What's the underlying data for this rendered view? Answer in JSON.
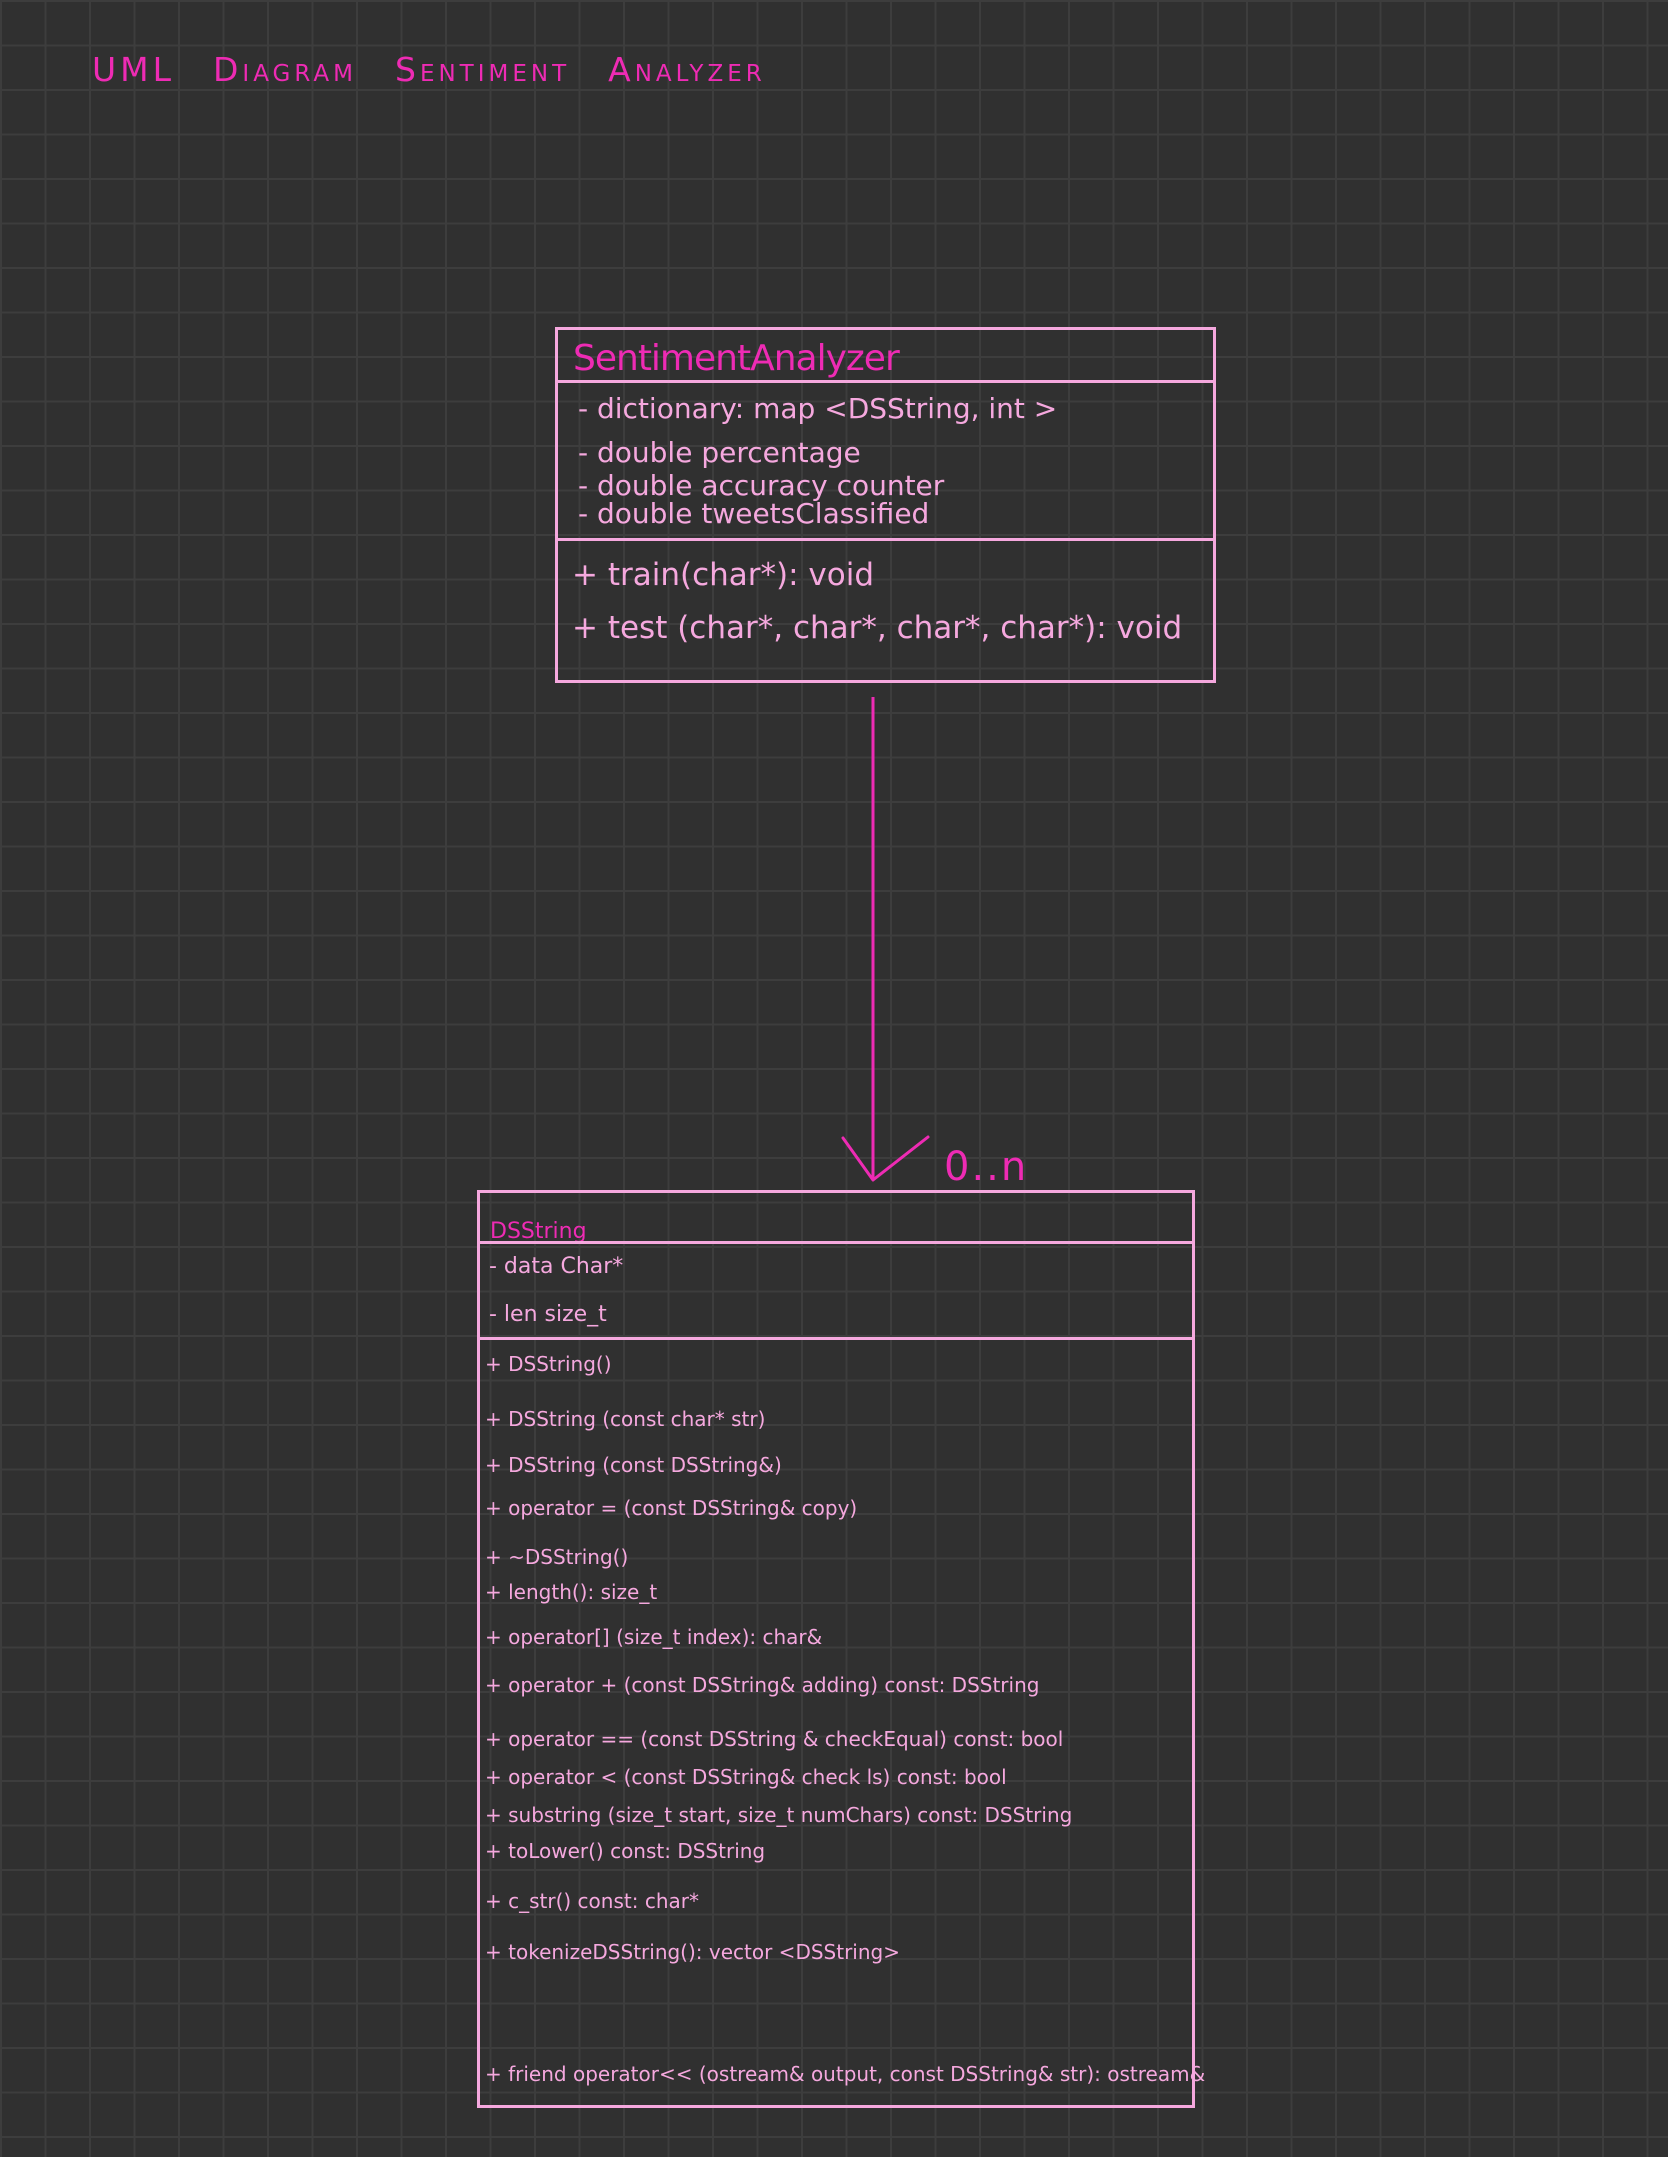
{
  "title": {
    "words": [
      "UML",
      "Diagram",
      "Sentiment",
      "Analyzer"
    ]
  },
  "sentiment_analyzer": {
    "name": "SentimentAnalyzer",
    "attributes": [
      "- dictionary: map <DSString, int >",
      "- double percentage",
      "- double accuracy counter",
      "- double tweetsClassified"
    ],
    "methods": [
      "+ train(char*): void",
      "+ test (char*, char*, char*, char*): void"
    ]
  },
  "relation": {
    "multiplicity": "0..n"
  },
  "dsstring": {
    "name": "DSString",
    "attributes": [
      "- data  Char*",
      "- len   size_t"
    ],
    "methods": [
      "+ DSString()",
      "+ DSString (const char* str)",
      "+ DSString (const DSString&)",
      "+ operator = (const DSString& copy)",
      "+ ~DSString()",
      "+ length(): size_t",
      "+ operator[] (size_t index): char&",
      "+ operator + (const DSString& adding) const: DSString",
      "+ operator == (const DSString & checkEqual) const: bool",
      "+ operator < (const DSString& check ls) const: bool",
      "+ substring (size_t start, size_t numChars) const: DSString",
      "+ toLower() const: DSString",
      "+ c_str() const: char*",
      "+ tokenizeDSString(): vector <DSString>",
      "+ friend operator<< (ostream& output, const DSString& str): ostream&"
    ]
  },
  "colors": {
    "background": "#303030",
    "grid": "#3d3d3d",
    "accent": "#ee2bb4",
    "box_line": "#f5a8de"
  }
}
